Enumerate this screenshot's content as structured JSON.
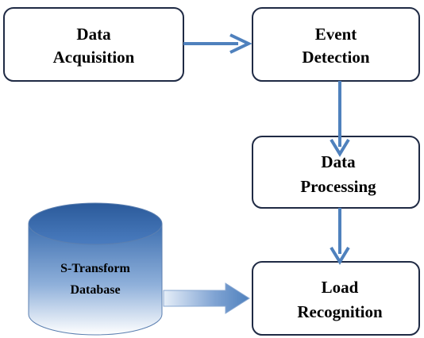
{
  "nodes": {
    "data_acquisition": {
      "line1": "Data",
      "line2": "Acquisition"
    },
    "event_detection": {
      "line1": "Event",
      "line2": "Detection"
    },
    "data_processing": {
      "line1": "Data",
      "line2": "Processing"
    },
    "load_recognition": {
      "line1": "Load",
      "line2": "Recognition"
    },
    "database": {
      "line1": "S-Transform",
      "line2": "Database"
    }
  },
  "colors": {
    "box_border": "#1f2a44",
    "arrow": "#4f81bd",
    "cylinder_dark": "#2e5e9f",
    "cylinder_light": "#ffffff"
  }
}
